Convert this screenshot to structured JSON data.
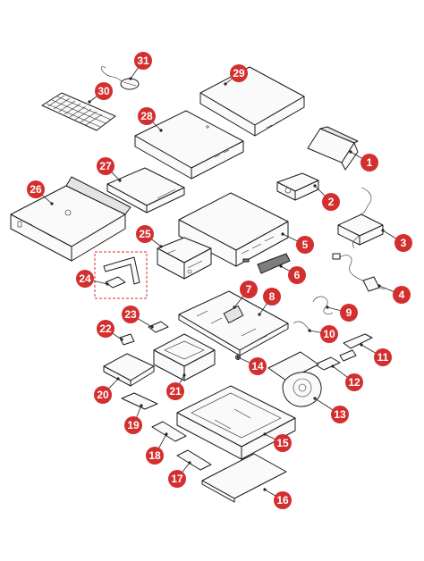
{
  "colors": {
    "callout_red": "#d32f2f",
    "callout_text": "#ffffff",
    "line": "#1a1a1a",
    "part_fill": "#fafafa"
  },
  "callouts": [
    {
      "id": "1",
      "label": "1"
    },
    {
      "id": "2",
      "label": "2"
    },
    {
      "id": "3",
      "label": "3"
    },
    {
      "id": "4",
      "label": "4"
    },
    {
      "id": "5",
      "label": "5"
    },
    {
      "id": "6",
      "label": "6"
    },
    {
      "id": "7",
      "label": "7"
    },
    {
      "id": "8",
      "label": "8"
    },
    {
      "id": "9",
      "label": "9"
    },
    {
      "id": "10",
      "label": "10"
    },
    {
      "id": "11",
      "label": "11"
    },
    {
      "id": "12",
      "label": "12"
    },
    {
      "id": "13",
      "label": "13"
    },
    {
      "id": "14",
      "label": "14"
    },
    {
      "id": "15",
      "label": "15"
    },
    {
      "id": "16",
      "label": "16"
    },
    {
      "id": "17",
      "label": "17"
    },
    {
      "id": "18",
      "label": "18"
    },
    {
      "id": "19",
      "label": "19"
    },
    {
      "id": "20",
      "label": "20"
    },
    {
      "id": "21",
      "label": "21"
    },
    {
      "id": "22",
      "label": "22"
    },
    {
      "id": "23",
      "label": "23"
    },
    {
      "id": "24",
      "label": "24"
    },
    {
      "id": "25",
      "label": "25"
    },
    {
      "id": "26",
      "label": "26"
    },
    {
      "id": "27",
      "label": "27"
    },
    {
      "id": "28",
      "label": "28"
    },
    {
      "id": "29",
      "label": "29"
    },
    {
      "id": "30",
      "label": "30"
    },
    {
      "id": "31",
      "label": "31"
    }
  ]
}
